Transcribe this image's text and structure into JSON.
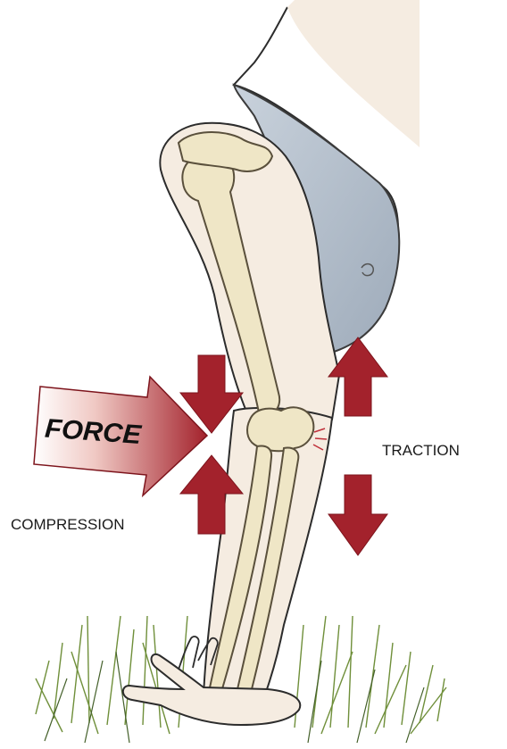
{
  "labels": {
    "force": "FORCE",
    "traction": "TRACTION",
    "compression": "COMPRESSION"
  },
  "colors": {
    "arrow_red": "#a3222c",
    "arrow_red_dark": "#7d141c",
    "skin": "#f5ece1",
    "bone": "#efe6c6",
    "bone_outline": "#5a503c",
    "shirt": "#b7c3cf",
    "grass": "#6f8f3a",
    "text": "#1a1a1a"
  }
}
